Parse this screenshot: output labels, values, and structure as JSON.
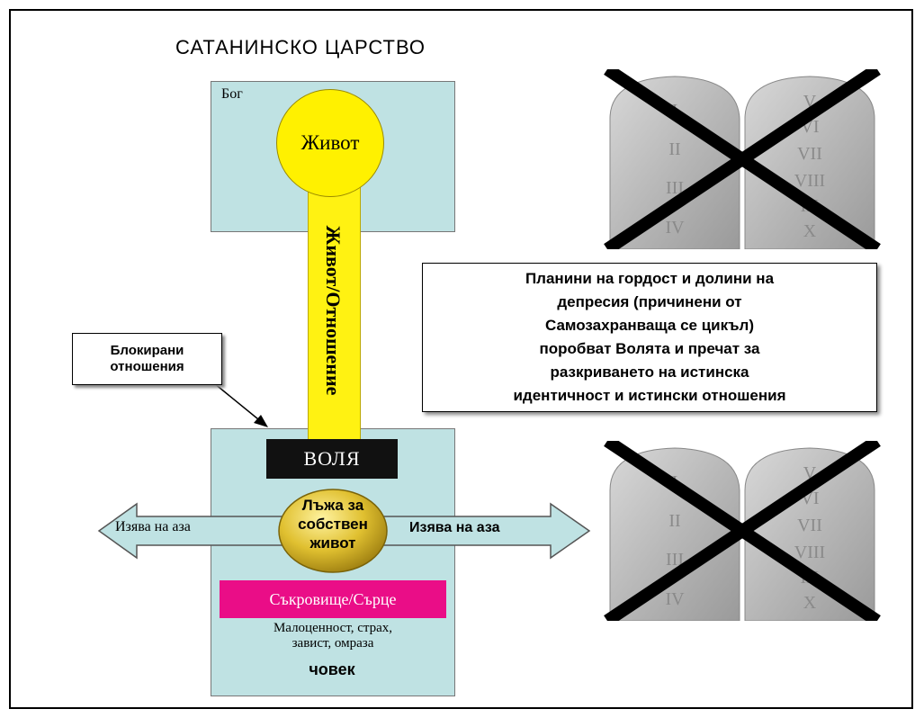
{
  "title": "САТАНИНСКО ЦАРСТВО",
  "god": {
    "label": "Бог",
    "life": "Живот"
  },
  "pillar_text": "Живот/Отношение",
  "blocked": {
    "line1": "Блокирани",
    "line2": "отношения"
  },
  "man": {
    "will": "ВОЛЯ",
    "lie": {
      "line1": "Лъжа за",
      "line2": "собствен",
      "line3": "живот"
    },
    "expression_left": "Изява на аза",
    "expression_right": "Изява на аза",
    "treasure": "Съкровище/Сърце",
    "feelings": {
      "line1": "Малоценност, страх,",
      "line2": "завист, омраза"
    },
    "label": "човек"
  },
  "message": {
    "line1": "Планини на гордост и долини на",
    "line2": "депресия (причинени от",
    "line3": "Самозахранваща се цикъл)",
    "line4": "поробват Волята и пречат за",
    "line5": "разкриването на истинска",
    "line6": "идентичност и истински отношения"
  },
  "tablets": {
    "left_numerals": [
      "I",
      "II",
      "III",
      "IV"
    ],
    "right_numerals": [
      "V",
      "VI",
      "VII",
      "VIII",
      "IX",
      "X"
    ]
  },
  "colors": {
    "box": "#bfe2e3",
    "yellow": "#fff212",
    "treasure": "#ea0d87",
    "arrow": "#bfe2e3",
    "lie_gold": "#d8b820"
  }
}
